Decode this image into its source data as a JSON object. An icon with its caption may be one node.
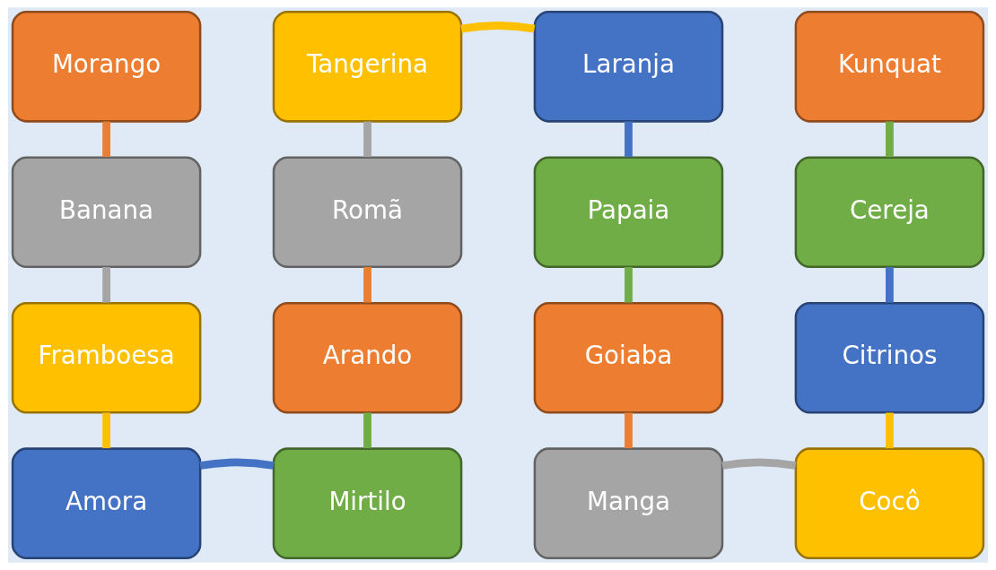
{
  "diagram": {
    "nodes": [
      {
        "text": [
          "Morango"
        ]
      },
      {
        "text": [
          "Tangerina"
        ]
      },
      {
        "text": [
          "Laranja"
        ]
      },
      {
        "text": [
          "Kunquat"
        ]
      },
      {
        "text": [
          "Banana"
        ]
      },
      {
        "text": [
          "Romã"
        ]
      },
      {
        "text": [
          "Papaia"
        ]
      },
      {
        "text": [
          "Cereja"
        ]
      },
      {
        "text": [
          "Framboesa"
        ]
      },
      {
        "text": [
          "Arando"
        ]
      },
      {
        "text": [
          "Goiaba"
        ]
      },
      {
        "text": [
          "Citrinos"
        ]
      },
      {
        "text": [
          "Amora"
        ]
      },
      {
        "text": [
          "Mirtilo"
        ]
      },
      {
        "text": [
          "Manga"
        ]
      },
      {
        "text": [
          "Cocô"
        ]
      }
    ],
    "edges": [
      {
        "from": 0,
        "to": 4,
        "arrow": "none",
        "color": "#ed7d31"
      },
      {
        "from": 4,
        "to": 8,
        "arrow": "none",
        "color": "#a5a5a5"
      },
      {
        "from": 8,
        "to": 12,
        "arrow": "none",
        "color": "#ffc000"
      },
      {
        "from": 12,
        "to": 13,
        "arrow": "none",
        "color": "#4472c4"
      },
      {
        "from": 13,
        "to": 9,
        "arrow": "none",
        "color": "#70ad47"
      },
      {
        "from": 9,
        "to": 5,
        "arrow": "none",
        "color": "#ed7d31"
      },
      {
        "from": 5,
        "to": 1,
        "arrow": "none",
        "color": "#a5a5a5"
      },
      {
        "from": 1,
        "to": 2,
        "arrow": "none",
        "color": "#ffc000"
      },
      {
        "from": 2,
        "to": 6,
        "arrow": "none",
        "color": "#4472c4"
      },
      {
        "from": 6,
        "to": 10,
        "arrow": "none",
        "color": "#70ad47"
      },
      {
        "from": 10,
        "to": 14,
        "arrow": "none",
        "color": "#ed7d31"
      },
      {
        "from": 14,
        "to": 15,
        "arrow": "none",
        "color": "#a5a5a5"
      },
      {
        "from": 15,
        "to": 11,
        "arrow": "none",
        "color": "#ffc000"
      },
      {
        "from": 11,
        "to": 7,
        "arrow": "none",
        "color": "#4472c4"
      },
      {
        "from": 7,
        "to": 3,
        "arrow": "none",
        "color": "#70ad47"
      }
    ]
  }
}
